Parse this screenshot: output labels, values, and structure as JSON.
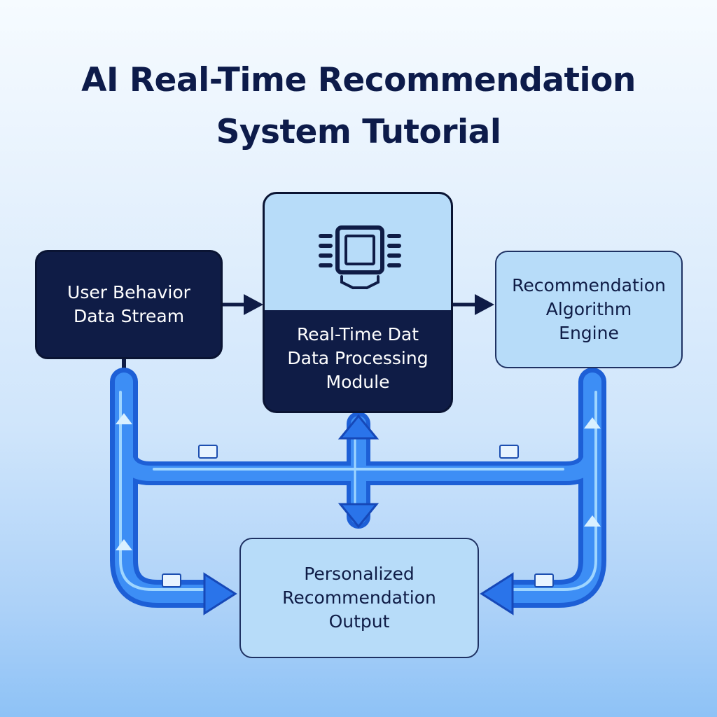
{
  "title": {
    "line1": "AI Real-Time Recommendation",
    "line2": "System Tutorial"
  },
  "nodes": {
    "user_behavior": {
      "line1": "User Behavior",
      "line2": "Data Stream"
    },
    "processing": {
      "line1": "Real-Time Dat",
      "line2": "Data Processing",
      "line3": "Module",
      "icon": "cpu-chip-icon"
    },
    "algorithm": {
      "line1": "Recommendation",
      "line2": "Algorithm",
      "line3": "Engine"
    },
    "output": {
      "line1": "Personalized",
      "line2": "Recommendation",
      "line3": "Output"
    }
  },
  "colors": {
    "dark_box": "#0f1c46",
    "light_box": "#b7dcf9",
    "pipe_blue": "#2f7ef0",
    "title_text": "#0d1b4a"
  }
}
